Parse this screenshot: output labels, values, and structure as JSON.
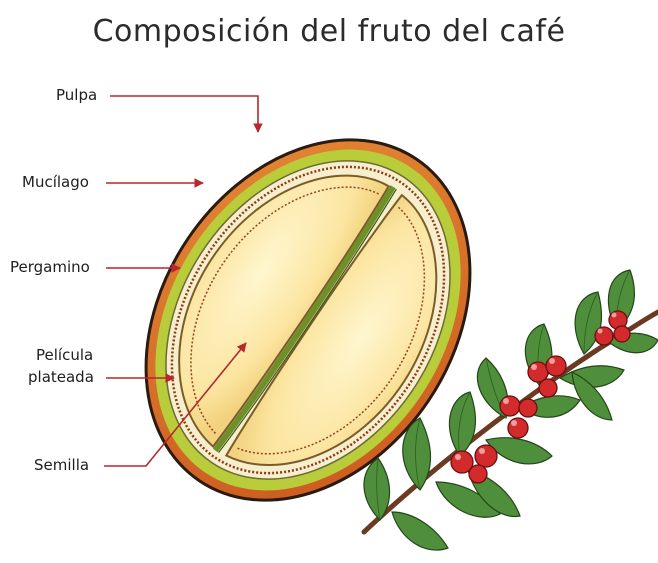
{
  "title": "Composición del fruto del café",
  "labels": {
    "pulpa": "Pulpa",
    "mucilago": "Mucílago",
    "pergamino": "Pergamino",
    "pelicula_1": "Película",
    "pelicula_2": "plateada",
    "semilla": "Semilla"
  },
  "colors": {
    "pulp": "#e07a2e",
    "mucilage": "#b9cc3a",
    "parchment": "#f7efcc",
    "seed": "#fbe7a6",
    "leader": "#b8262e",
    "berry": "#d32b2b",
    "leaf": "#4f8e3a"
  }
}
